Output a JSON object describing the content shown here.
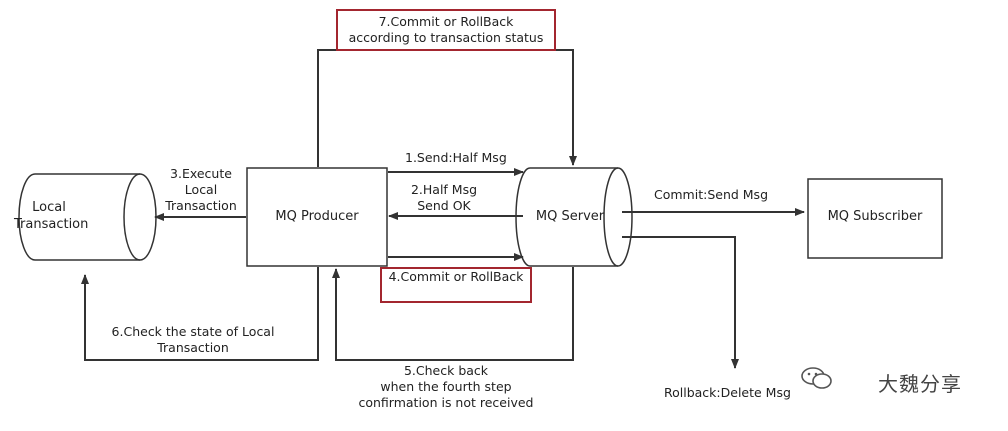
{
  "nodes": {
    "local_transaction": "Local\nTransaction",
    "mq_producer": "MQ Producer",
    "mq_server": "MQ Server",
    "mq_subscriber": "MQ Subscriber"
  },
  "edges": {
    "step1": "1.Send:Half Msg",
    "step2": "2.Half Msg\nSend OK",
    "step3": "3.Execute\nLocal\nTransaction",
    "step4": "4.Commit or RollBack",
    "step5": "5.Check back\nwhen the fourth step\nconfirmation is not received",
    "step6": "6.Check the state of Local\nTransaction",
    "step7": "7.Commit or RollBack\naccording to transaction status",
    "commit": "Commit:Send Msg",
    "rollback": "Rollback:Delete Msg"
  },
  "watermark": "大魏分享",
  "colors": {
    "line": "#333333",
    "highlight": "#a3262f"
  }
}
